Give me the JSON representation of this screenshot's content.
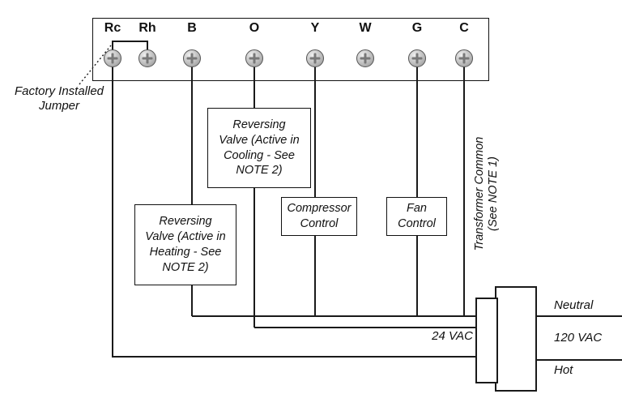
{
  "diagram": {
    "terminal_strip": {
      "terminals": [
        {
          "label": "Rc"
        },
        {
          "label": "Rh"
        },
        {
          "label": "B"
        },
        {
          "label": "O"
        },
        {
          "label": "Y"
        },
        {
          "label": "W"
        },
        {
          "label": "G"
        },
        {
          "label": "C"
        }
      ]
    },
    "annotations": {
      "factory_jumper": "Factory Installed\nJumper",
      "transformer_common": "Transformer Common\n(See NOTE 1)"
    },
    "boxes": {
      "cooling_valve": "Reversing\nValve (Active in\nCooling - See\nNOTE 2)",
      "heating_valve": "Reversing\nValve (Active in\nHeating - See\nNOTE 2)",
      "compressor": "Compressor\nControl",
      "fan": "Fan\nControl"
    },
    "power": {
      "secondary": "24 VAC",
      "neutral": "Neutral",
      "line_voltage": "120 VAC",
      "hot": "Hot"
    },
    "colors": {
      "wire": "#1a1a1a",
      "screw_fill": "#c9c9c9",
      "background": "#ffffff"
    }
  }
}
